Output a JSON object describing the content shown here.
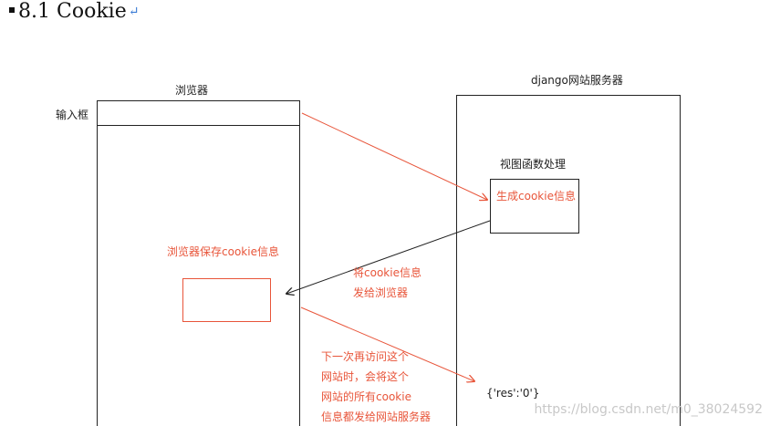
{
  "heading": {
    "number": "8.1",
    "title": "Cookie",
    "return_mark": "↵"
  },
  "browser": {
    "title": "浏览器",
    "input_label": "输入框",
    "save_note": "浏览器保存cookie信息"
  },
  "server": {
    "title": "django网站服务器",
    "view_label": "视图函数处理",
    "generate_label": "生成cookie信息",
    "response_value": "{'res':'0'}"
  },
  "arrows": {
    "send_to_browser_line1": "将cookie信息",
    "send_to_browser_line2": "发给浏览器",
    "next_visit_lines": [
      "下一次再访问这个",
      "网站时，会将这个",
      "网站的所有cookie",
      "信息都发给网站服务器"
    ]
  },
  "watermark": "https://blog.csdn.net/m0_38024592",
  "colors": {
    "annotation_red": "#e8553a",
    "line_dark": "#222222",
    "watermark_gray": "#c8c8c8"
  }
}
